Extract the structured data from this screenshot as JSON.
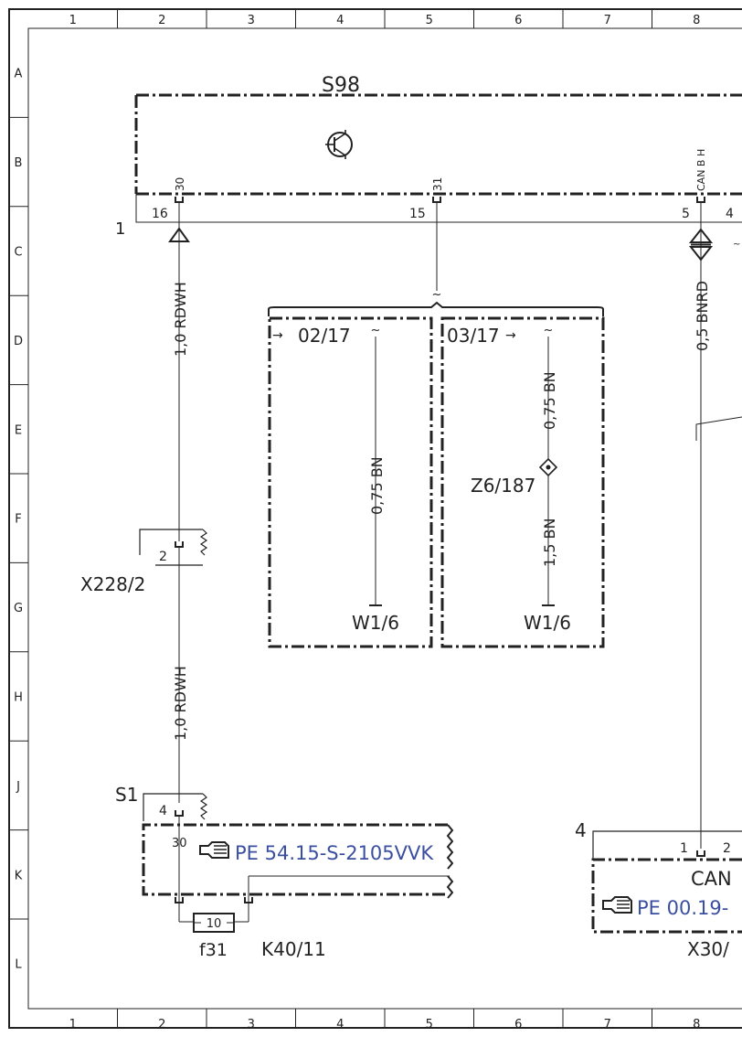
{
  "frame": {
    "columns": [
      "1",
      "2",
      "3",
      "4",
      "5",
      "6",
      "7",
      "8"
    ],
    "rows": [
      "A",
      "B",
      "C",
      "D",
      "E",
      "F",
      "G",
      "H",
      "J",
      "K",
      "L"
    ]
  },
  "components": {
    "s98": "S98",
    "s98_pin_16": "16",
    "s98_pin_15": "15",
    "s98_pin_5": "5",
    "s98_pin_4": "4",
    "term_30": "30",
    "term_31": "31",
    "term_can": "CAN B H",
    "conn_1": "1",
    "x228": "X228/2",
    "x228_pin": "2",
    "s1": "S1",
    "s1_pin": "4",
    "s1_term": "30",
    "k40": "K40/11",
    "f31": "f31",
    "f31_value": "10",
    "x30": "X30/",
    "x30_conn": "4",
    "x30_pin_1": "1",
    "x30_pin_2": "2",
    "x30_can": "CAN",
    "z6": "Z6/187"
  },
  "wires": {
    "w1": "1,0 RDWH",
    "w2": "1,0 RDWH",
    "w3": "0,5 BNRD",
    "variant_a_wire": "0,75 BN",
    "variant_b_wire_1": "0,75 BN",
    "variant_b_wire_2": "1,5 BN"
  },
  "variants": {
    "a_label": "02/17",
    "b_label": "03/17",
    "a_ground": "W1/6",
    "b_ground": "W1/6"
  },
  "references": {
    "ref_1": "PE 54.15-S-2105VVK",
    "ref_2": "PE 00.19-"
  },
  "colors": {
    "line": "#222222",
    "reference": "#3b4fa0"
  }
}
